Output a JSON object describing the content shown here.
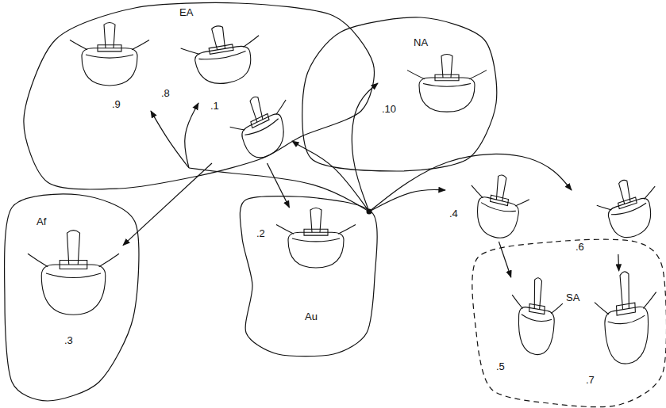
{
  "diagram": {
    "nodes": [
      {
        "text": [
          "EA"
        ]
      },
      {
        "text": [
          ".9"
        ],
        "in": 0
      },
      {
        "text": [
          ".8"
        ],
        "in": 0
      },
      {
        "text": [
          "NA"
        ]
      },
      {
        "text": [
          ".10"
        ],
        "in": 3
      },
      {
        "text": [
          "Af"
        ]
      },
      {
        "text": [
          ".3"
        ],
        "in": 5
      },
      {
        "text": [
          ".1"
        ]
      },
      {
        "text": [
          "Au"
        ]
      },
      {
        "text": [
          ".2"
        ],
        "in": 8
      },
      {
        "text": [
          ".4"
        ]
      },
      {
        "text": [
          ".6"
        ]
      },
      {
        "text": [
          "SA"
        ]
      },
      {
        "text": [
          ".5"
        ],
        "in": 12
      },
      {
        "text": [
          ".7"
        ],
        "in": 12
      }
    ],
    "edges": [
      {
        "from": 7,
        "to": 9,
        "arrow": "to"
      },
      {
        "from": 7,
        "to": 6,
        "arrow": "to"
      },
      {
        "from": 10,
        "to": 13,
        "arrow": "to"
      },
      {
        "from": 11,
        "to": 14,
        "arrow": "to"
      }
    ]
  }
}
